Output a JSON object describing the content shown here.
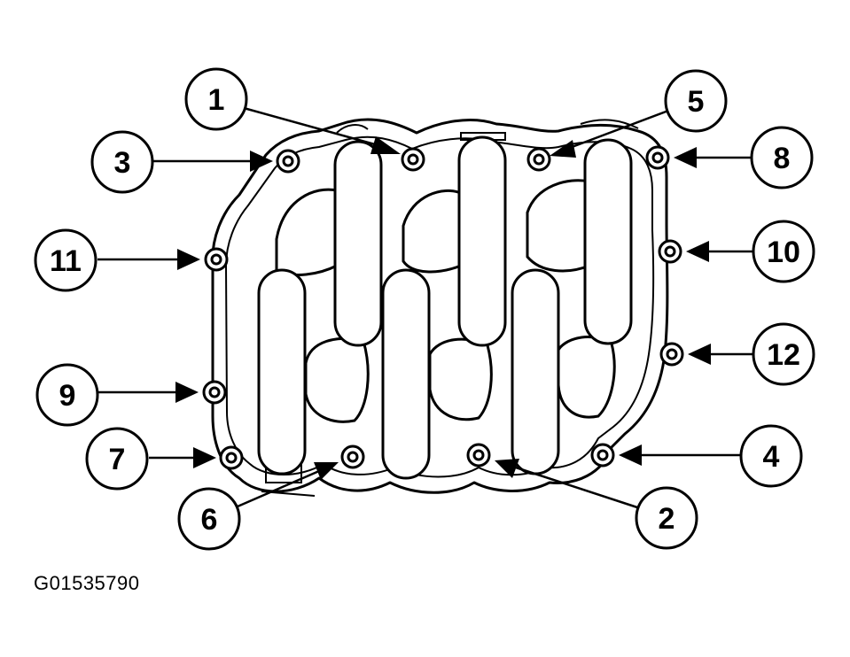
{
  "figure_id": "G01535790",
  "callouts": [
    "1",
    "2",
    "3",
    "4",
    "5",
    "6",
    "7",
    "8",
    "9",
    "10",
    "11",
    "12"
  ]
}
